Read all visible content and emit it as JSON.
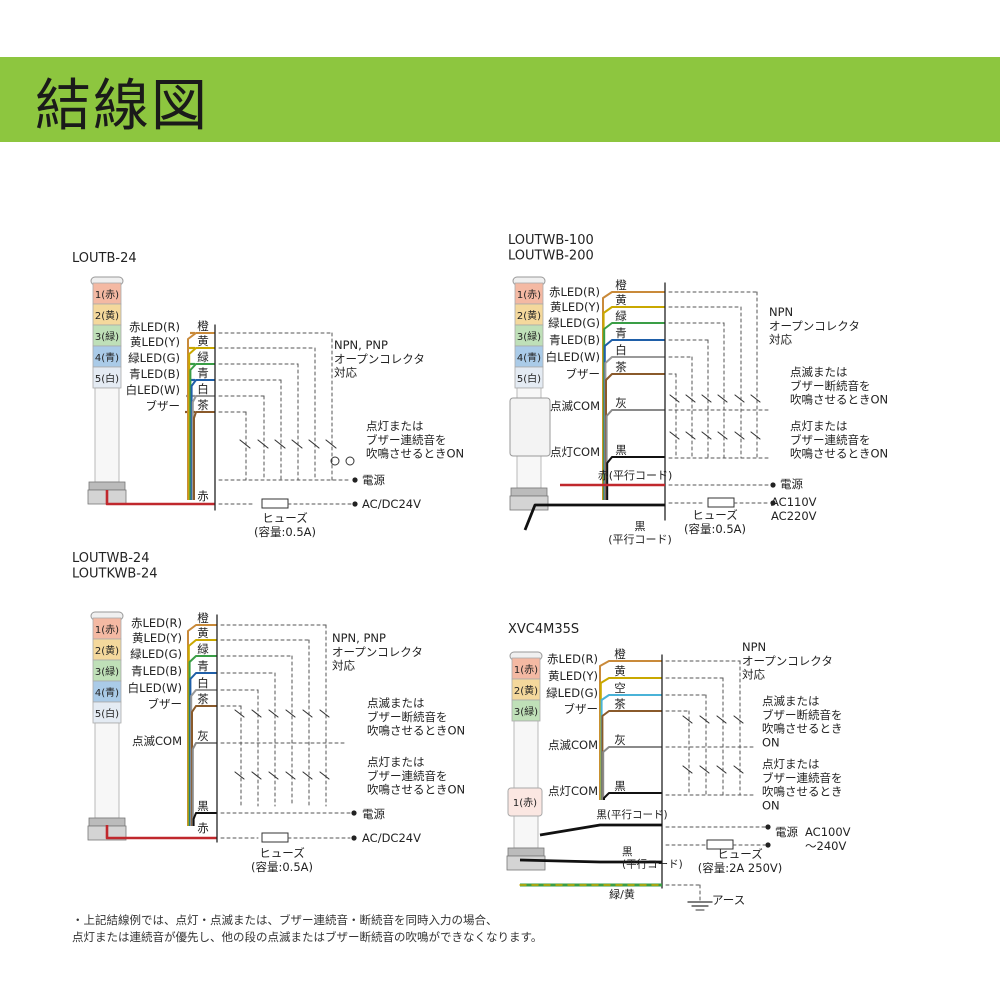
{
  "header": {
    "title": "結線図"
  },
  "diagrams": {
    "loutb24": {
      "model": "LOUTB-24",
      "tiers": [
        "1(赤)",
        "2(黄)",
        "3(緑)",
        "4(青)",
        "5(白)"
      ],
      "inputs": [
        "赤LED(R)",
        "黄LED(Y)",
        "緑LED(G)",
        "青LED(B)",
        "白LED(W)",
        "ブザー"
      ],
      "wires": [
        "橙",
        "黄",
        "緑",
        "青",
        "白",
        "茶",
        "赤"
      ],
      "output_type": "NPN, PNP\nオープンコレクタ\n対応",
      "switch_note": "点灯または\nブザー連続音を\n吹鳴させるときON",
      "power_label": "電源",
      "voltage": "AC/DC24V",
      "fuse": "ヒューズ\n(容量:0.5A)"
    },
    "loutwb100": {
      "model": "LOUTWB-100\nLOUTWB-200",
      "tiers": [
        "1(赤)",
        "2(黄)",
        "3(緑)",
        "4(青)",
        "5(白)"
      ],
      "inputs": [
        "赤LED(R)",
        "黄LED(Y)",
        "緑LED(G)",
        "青LED(B)",
        "白LED(W)",
        "ブザー",
        "点滅COM",
        "点灯COM"
      ],
      "wires": [
        "橙",
        "黄",
        "緑",
        "青",
        "白",
        "茶",
        "灰",
        "黒"
      ],
      "cord_red": "赤(平行コード)",
      "cord_black": "黒\n(平行コード)",
      "output_type": "NPN\nオープンコレクタ\n対応",
      "switch_note_blink": "点滅または\nブザー断続音を\n吹鳴させるときON",
      "switch_note_on": "点灯または\nブザー連続音を\n吹鳴させるときON",
      "power_label": "電源",
      "voltage": "AC110V\nAC220V",
      "fuse": "ヒューズ\n(容量:0.5A)"
    },
    "loutwb24": {
      "model": "LOUTWB-24\nLOUTKWB-24",
      "tiers": [
        "1(赤)",
        "2(黄)",
        "3(緑)",
        "4(青)",
        "5(白)"
      ],
      "inputs": [
        "赤LED(R)",
        "黄LED(Y)",
        "緑LED(G)",
        "青LED(B)",
        "白LED(W)",
        "ブザー",
        "点滅COM"
      ],
      "wires": [
        "橙",
        "黄",
        "緑",
        "青",
        "白",
        "茶",
        "灰",
        "黒",
        "赤"
      ],
      "output_type": "NPN, PNP\nオープンコレクタ\n対応",
      "switch_note_blink": "点滅または\nブザー断続音を\n吹鳴させるときON",
      "switch_note_on": "点灯または\nブザー連続音を\n吹鳴させるときON",
      "power_label": "電源",
      "voltage": "AC/DC24V",
      "fuse": "ヒューズ\n(容量:0.5A)"
    },
    "xvc4m35s": {
      "model": "XVC4M35S",
      "tiers": [
        "1(赤)",
        "2(黄)",
        "3(緑)"
      ],
      "inputs": [
        "赤LED(R)",
        "黄LED(Y)",
        "緑LED(G)",
        "ブザー",
        "点滅COM",
        "点灯COM"
      ],
      "wires": [
        "橙",
        "黄",
        "空",
        "茶",
        "灰",
        "黒"
      ],
      "cord_black1": "黒(平行コード)",
      "cord_black2": "黒\n(平行コード)",
      "ground_wire": "緑/黄",
      "ground_label": "アース",
      "output_type": "NPN\nオープンコレクタ\n対応",
      "switch_note_blink": "点滅または\nブザー断続音を\n吹鳴させるとき\nON",
      "switch_note_on": "点灯または\nブザー連続音を\n吹鳴させるとき\nON",
      "power_label": "電源",
      "voltage": "AC100V\n～240V",
      "fuse": "ヒューズ\n(容量:2A 250V)"
    }
  },
  "footnote": "・上記結線例では、点灯・点滅または、ブザー連続音・断続音を同時入力の場合、\n点灯または連続音が優先し、他の段の点滅またはブザー断続音の吹鳴ができなくなります。",
  "colors": {
    "banner": "#8dc63f",
    "orange": "#c98a3a",
    "yellow": "#c9a800",
    "green": "#3a9e46",
    "blue": "#1f5fa8",
    "white": "#999999",
    "brown": "#8a5a2b",
    "gray": "#8a8a8a",
    "black": "#111111",
    "red": "#c0282d",
    "cyan": "#4ab3d8"
  }
}
